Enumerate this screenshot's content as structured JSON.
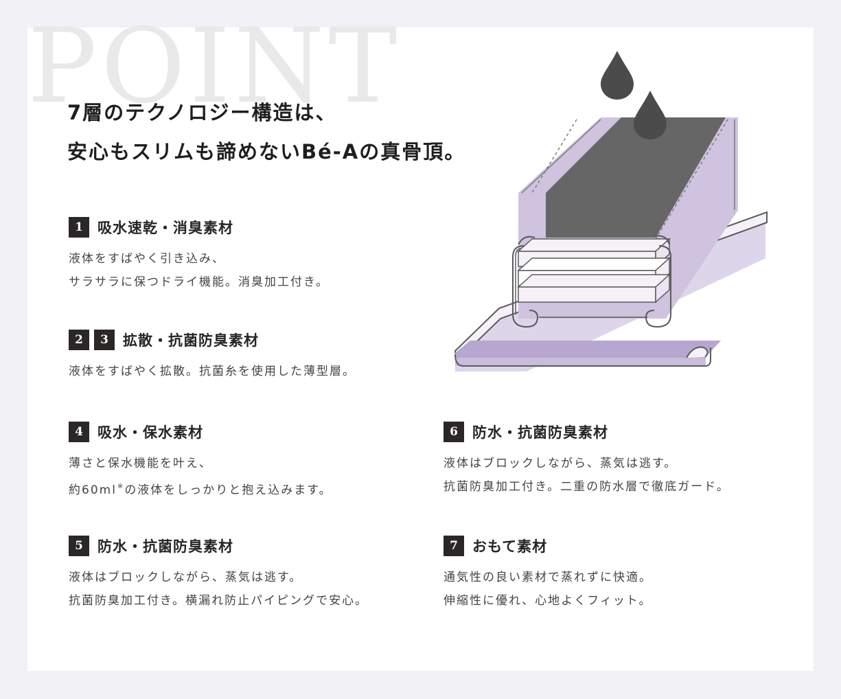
{
  "watermark": "POINT",
  "headline": {
    "line1": "7層のテクノロジー構造は、",
    "line2": "安心もスリムも諦めないBé-Aの真骨頂。"
  },
  "features": [
    {
      "badges": [
        "1"
      ],
      "title": "吸水速乾・消臭素材",
      "lines": [
        "液体をすばやく引き込み、",
        "サラサラに保つドライ機能。消臭加工付き。"
      ]
    },
    {
      "badges": [
        "2",
        "3"
      ],
      "title": "拡散・抗菌防臭素材",
      "lines": [
        "液体をすばやく拡散。抗菌糸を使用した薄型層。"
      ]
    },
    {
      "badges": [
        "4"
      ],
      "title": "吸水・保水素材",
      "lines": [
        "薄さと保水機能を叶え、",
        "約60ml",
        "※",
        "の液体をしっかりと抱え込みます。"
      ]
    },
    {
      "badges": [
        "5"
      ],
      "title": "防水・抗菌防臭素材",
      "lines": [
        "液体はブロックしながら、蒸気は逃す。",
        "抗菌防臭加工付き。横漏れ防止パイピングで安心。"
      ]
    },
    {
      "badges": [
        "6"
      ],
      "title": "防水・抗菌防臭素材",
      "lines": [
        "液体はブロックしながら、蒸気は逃す。",
        "抗菌防臭加工付き。二重の防水層で徹底ガード。"
      ]
    },
    {
      "badges": [
        "7"
      ],
      "title": "おもて素材",
      "lines": [
        "通気性の良い素材で蒸れずに快適。",
        "伸縮性に優れ、心地よくフィット。"
      ]
    }
  ],
  "illustration": {
    "icons": [
      "water-drop-icon",
      "water-drop-icon"
    ],
    "colors": {
      "lavender": "#cfc3e0",
      "lavender_dark": "#b7a6cf",
      "gray_layer": "#666666",
      "drop": "#4b4b4b",
      "badge": "#2c2727"
    }
  }
}
